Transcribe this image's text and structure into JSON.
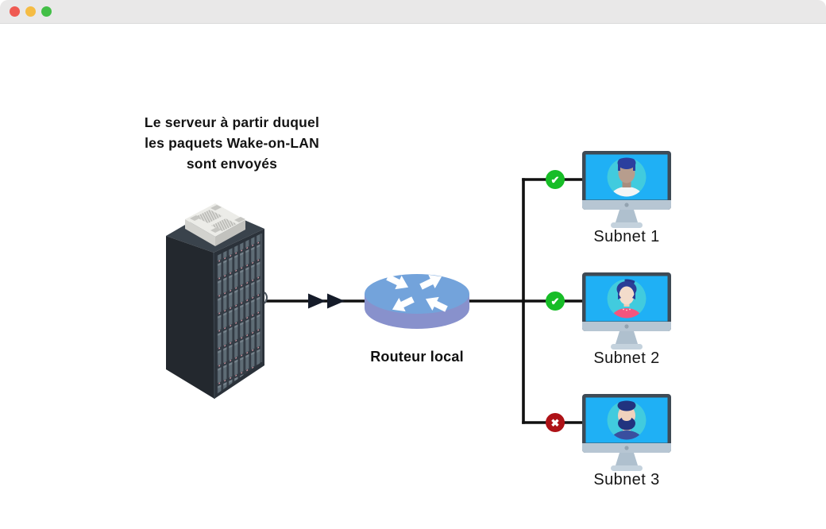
{
  "window": {
    "controls": [
      {
        "name": "close",
        "color": "#EF5A52"
      },
      {
        "name": "minimize",
        "color": "#F5BC44"
      },
      {
        "name": "zoom",
        "color": "#43BF47"
      }
    ]
  },
  "diagram": {
    "caption": {
      "line1": "Le serveur à partir duquel",
      "line2": "les paquets Wake-on-LAN",
      "line3": "sont envoyés"
    },
    "router": {
      "label": "Routeur local"
    },
    "subnets": [
      {
        "label": "Subnet 1",
        "status_icon": "check-icon",
        "badge_glyph": "✔",
        "badge_class": "badge badge-ok"
      },
      {
        "label": "Subnet 2",
        "status_icon": "check-icon",
        "badge_glyph": "✔",
        "badge_class": "badge badge-ok"
      },
      {
        "label": "Subnet 3",
        "status_icon": "cross-icon",
        "badge_glyph": "✖",
        "badge_class": "badge badge-fail"
      }
    ],
    "colors": {
      "line": "#101010",
      "screen_blue": "#1FB0F5",
      "avatar_circle": "#41CBDE",
      "ok_green": "#17BD27",
      "fail_red": "#AE1217",
      "router_top": "#73A3DB",
      "router_side": "#8891CC"
    }
  }
}
